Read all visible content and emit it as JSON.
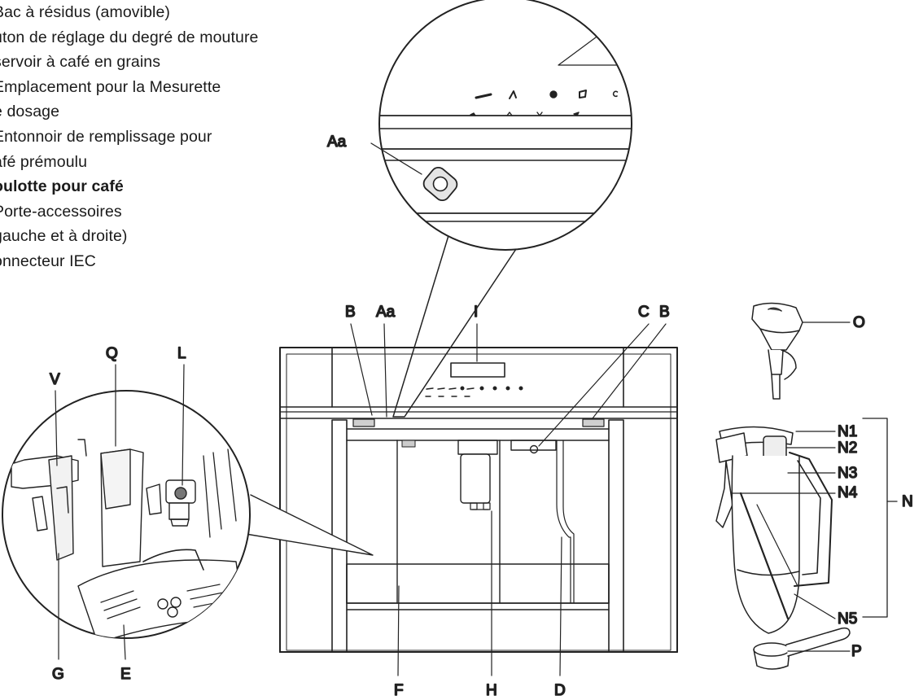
{
  "legend": [
    {
      "text": "Bac à résidus (amovible)",
      "bold": false
    },
    {
      "text": "uton de réglage du degré de mouture",
      "bold": false
    },
    {
      "text": "servoir à café en grains",
      "bold": false
    },
    {
      "text": "Emplacement pour la Mesurette",
      "bold": false
    },
    {
      "text": "e dosage",
      "bold": false
    },
    {
      "text": "Entonnoir de remplissage pour",
      "bold": false
    },
    {
      "text": "afé prémoulu",
      "bold": false
    },
    {
      "text": "oulotte pour café",
      "bold": true
    },
    {
      "text": "Porte-accessoires",
      "bold": false
    },
    {
      "text": "gauche et à droite)",
      "bold": false
    },
    {
      "text": "onnecteur IEC",
      "bold": false
    }
  ],
  "callouts": {
    "aa_zoom": "Aa",
    "b_left": "B",
    "aa_top": "Aa",
    "i": "I",
    "c": "C",
    "b_right": "B",
    "q": "Q",
    "l": "L",
    "v": "V",
    "g": "G",
    "e": "E",
    "f": "F",
    "h": "H",
    "d": "D",
    "o": "O",
    "n1": "N1",
    "n2": "N2",
    "n3": "N3",
    "n4": "N4",
    "n5": "N5",
    "n": "N",
    "p": "P"
  }
}
